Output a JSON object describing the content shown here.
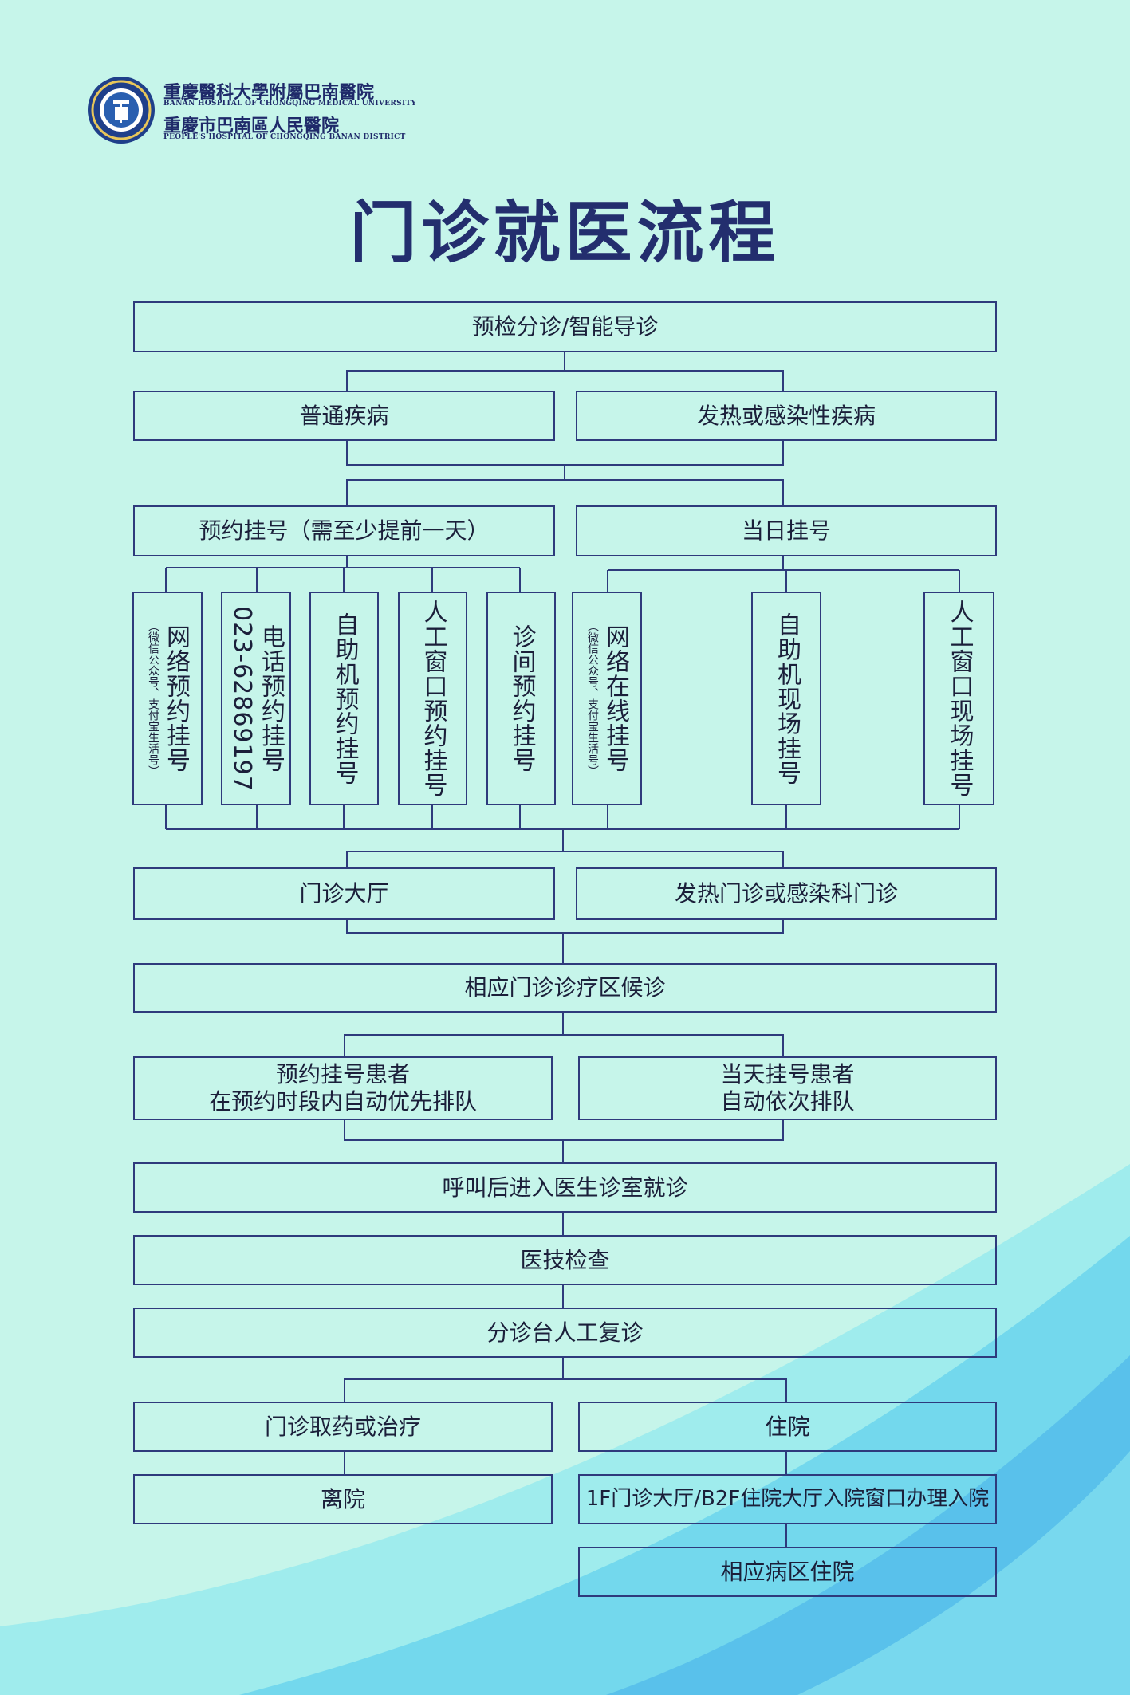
{
  "header": {
    "hospital_cn_1": "重慶醫科大學附屬巴南醫院",
    "hospital_en_1": "BANAN HOSPITAL OF CHONGQING MEDICAL UNIVERSITY",
    "hospital_cn_2": "重慶市巴南區人民醫院",
    "hospital_en_2": "PEOPLE'S HOSPITAL OF CHONGQING BANAN DISTRICT"
  },
  "title": "门诊就医流程",
  "colors": {
    "background": "#c6f5ea",
    "box_border": "#2e3a7c",
    "title": "#232e6e",
    "wave": "#5fd0ea"
  },
  "flow": {
    "triage": "预检分诊/智能导诊",
    "general": "普通疾病",
    "fever": "发热或感染性疾病",
    "appointment": "预约挂号（需至少提前一天）",
    "same_day": "当日挂号",
    "online_booking": "网络预约挂号",
    "online_booking_note": "（微信公众号、支付宝生活号）",
    "phone_booking": "电话预约挂号",
    "phone_number": "023-62869197",
    "kiosk_booking": "自助机预约挂号",
    "counter_booking": "人工窗口预约挂号",
    "clinic_booking": "诊间预约挂号",
    "online_same_day": "网络在线挂号",
    "online_same_day_note": "（微信公众号、支付宝生活号）",
    "kiosk_onsite": "自助机现场挂号",
    "counter_onsite": "人工窗口现场挂号",
    "outpatient_hall": "门诊大厅",
    "fever_clinic": "发热门诊或感染科门诊",
    "waiting": "相应门诊诊疗区候诊",
    "appt_patients_1": "预约挂号患者",
    "appt_patients_2": "在预约时段内自动优先排队",
    "sameday_patients_1": "当天挂号患者",
    "sameday_patients_2": "自动依次排队",
    "call": "呼叫后进入医生诊室就诊",
    "exam": "医技检查",
    "revisit": "分诊台人工复诊",
    "medicine": "门诊取药或治疗",
    "hospitalize": "住院",
    "leave": "离院",
    "admission": "1F门诊大厅/B2F住院大厅入院窗口办理入院",
    "ward": "相应病区住院"
  }
}
